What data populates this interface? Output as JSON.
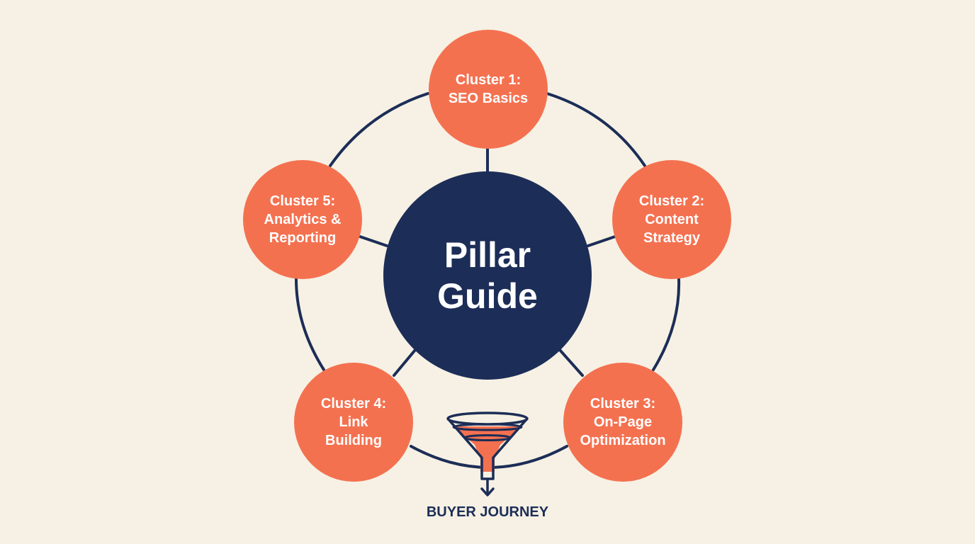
{
  "pillar": {
    "line1": "Pillar",
    "line2": "Guide"
  },
  "clusters": [
    {
      "line1": "Cluster 1:",
      "line2": "SEO Basics"
    },
    {
      "line1": "Cluster 2:",
      "line2": "Content",
      "line3": "Strategy"
    },
    {
      "line1": "Cluster 3:",
      "line2": "On-Page",
      "line3": "Optimization"
    },
    {
      "line1": "Cluster 4:",
      "line2": "Link",
      "line3": "Building"
    },
    {
      "line1": "Cluster 5:",
      "line2": "Analytics &",
      "line3": "Reporting"
    }
  ],
  "funnel": {
    "icon": "funnel-icon",
    "arrow_icon": "arrow-down-icon",
    "label": "BUYER JOURNEY"
  },
  "colors": {
    "background": "#f6f1e4",
    "pillar": "#1c2d57",
    "cluster": "#f47150",
    "line": "#1c2d57",
    "funnel_fill": "#f47150"
  }
}
